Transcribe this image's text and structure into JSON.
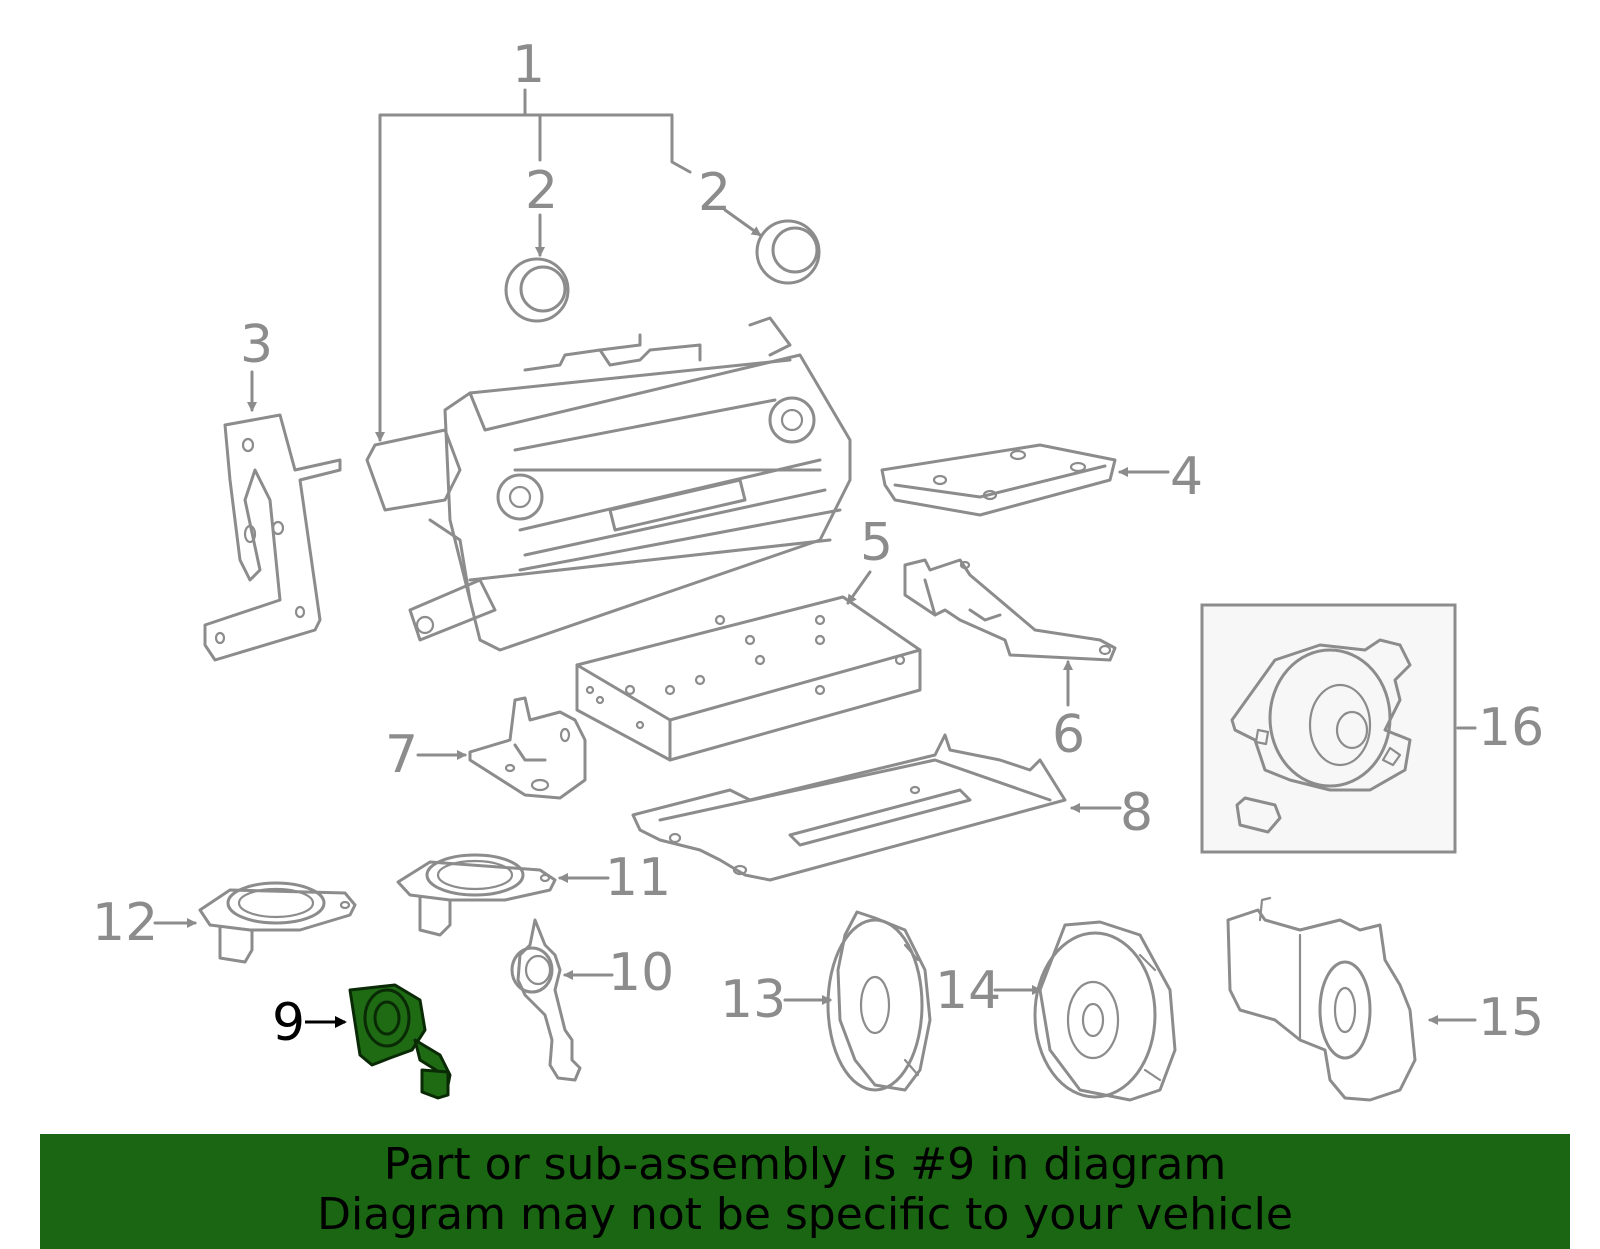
{
  "callouts": {
    "c1": "1",
    "c2a": "2",
    "c2b": "2",
    "c3": "3",
    "c4": "4",
    "c5": "5",
    "c6": "6",
    "c7": "7",
    "c8": "8",
    "c9": "9",
    "c10": "10",
    "c11": "11",
    "c12": "12",
    "c13": "13",
    "c14": "14",
    "c15": "15",
    "c16": "16"
  },
  "highlighted_part": "9",
  "colors": {
    "line": "#8c8c8c",
    "highlight_fill": "#1e6b14",
    "banner_bg": "#1a6612"
  },
  "banner": {
    "line1": "Part or sub-assembly is #9 in diagram",
    "line2": "Diagram may not be specific to your vehicle"
  }
}
